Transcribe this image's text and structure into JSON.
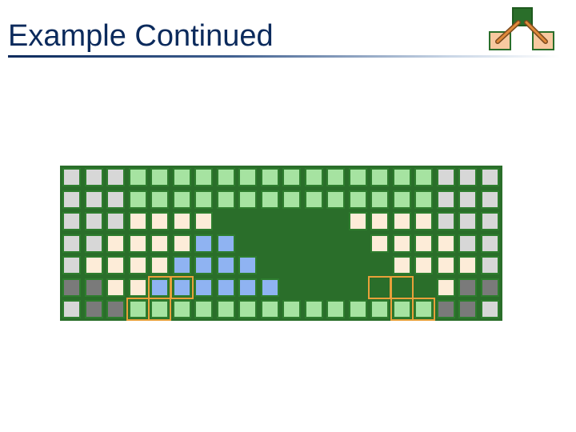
{
  "slide": {
    "title": "Example Continued"
  },
  "colors": {
    "title": "#0b2a5c",
    "grid_dark": "#2a6e2a",
    "cell_border": "#2e7d2e",
    "highlight": "#e8a03a",
    "legend": {
      "L": "#d7d7d7",
      "G": "#a6e3a1",
      "C": "#fdecd8",
      "B": "#8fb3f2",
      "D": "#2a6e2a",
      "X": "#7a7a7a"
    }
  },
  "logo": {
    "icon": "tree-node-icon"
  },
  "grid": {
    "rows": [
      [
        "L",
        "L",
        "L",
        "G",
        "G",
        "G",
        "G",
        "G",
        "G",
        "G",
        "G",
        "G",
        "G",
        "G",
        "G",
        "G",
        "G",
        "L",
        "L",
        "L"
      ],
      [
        "L",
        "L",
        "L",
        "G",
        "G",
        "G",
        "G",
        "G",
        "G",
        "G",
        "G",
        "G",
        "G",
        "G",
        "G",
        "G",
        "G",
        "L",
        "L",
        "L"
      ],
      [
        "L",
        "L",
        "L",
        "C",
        "C",
        "C",
        "C",
        "D",
        "D",
        "D",
        "D",
        "D",
        "D",
        "C",
        "C",
        "C",
        "C",
        "L",
        "L",
        "L"
      ],
      [
        "L",
        "L",
        "C",
        "C",
        "C",
        "C",
        "B",
        "B",
        "D",
        "D",
        "D",
        "D",
        "D",
        "D",
        "C",
        "C",
        "C",
        "C",
        "L",
        "L"
      ],
      [
        "L",
        "C",
        "C",
        "C",
        "C",
        "B",
        "B",
        "B",
        "B",
        "D",
        "D",
        "D",
        "D",
        "D",
        "D",
        "C",
        "C",
        "C",
        "C",
        "L"
      ],
      [
        "X",
        "X",
        "C",
        "C",
        "B",
        "B",
        "B",
        "B",
        "B",
        "B",
        "D",
        "D",
        "D",
        "D",
        "D",
        "D",
        "D",
        "C",
        "X",
        "X"
      ],
      [
        "L",
        "X",
        "X",
        "G",
        "G",
        "G",
        "G",
        "G",
        "G",
        "G",
        "G",
        "G",
        "G",
        "G",
        "G",
        "G",
        "G",
        "X",
        "X",
        "L"
      ]
    ],
    "highlighted": [
      [
        5,
        4
      ],
      [
        5,
        5
      ],
      [
        6,
        3
      ],
      [
        6,
        4
      ],
      [
        5,
        14
      ],
      [
        5,
        15
      ],
      [
        6,
        15
      ],
      [
        6,
        16
      ]
    ]
  }
}
